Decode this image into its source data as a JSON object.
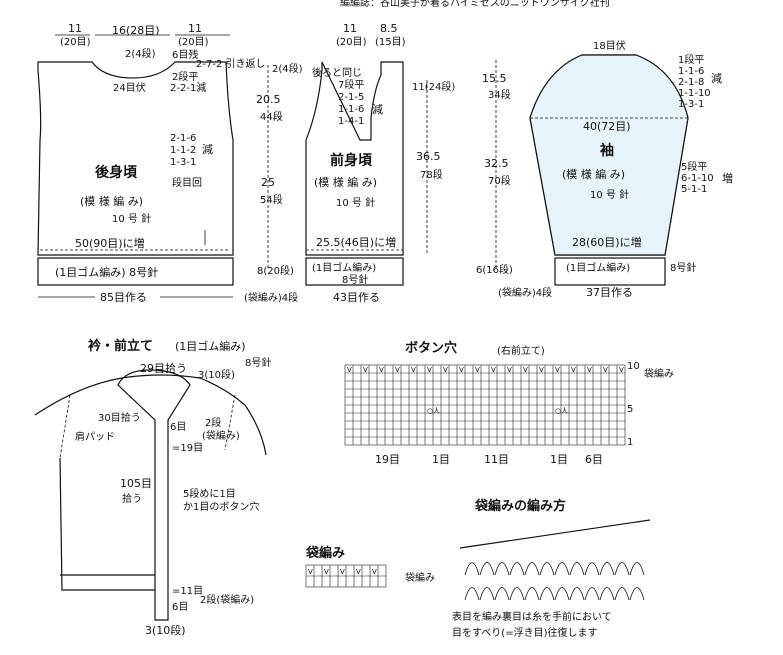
{
  "header": {
    "caption": "編編誌：谷山美子が着るハイミセスのニットワンサイク社刊"
  },
  "back": {
    "title": "後身頃",
    "pattern": "(模 様 編 み)",
    "needle": "10 号 針",
    "top_left": "11",
    "top_left_sub": "(20目)",
    "top_mid": "16(28目)",
    "top_right": "11",
    "top_right_sub": "(20目)",
    "neck_drop": "2(4段)",
    "neck_count": "24目伏",
    "neck_rule_a": "6目残",
    "neck_rule_b": "2-7-2 引き返し",
    "neck_rule_c": "2段平",
    "neck_rule_d": "2-2-1減",
    "armhole_rule": [
      "2-1-6",
      "1-1-2",
      "1-3-1"
    ],
    "armhole_label": "減",
    "armhole_sub": "段目回",
    "increase": "50(90目)に増",
    "rib": "(1目ゴム編み) 8号針",
    "cast_on": "85目作る"
  },
  "mid_dims": {
    "shoulder": "2(4段)",
    "armhole": "20.5",
    "armhole_sub": "44段",
    "body": "25",
    "body_sub": "54段",
    "hem": "8(20段)"
  },
  "front": {
    "title": "前身頃",
    "pattern": "(模 様 編 み)",
    "needle": "10 号 針",
    "top_left": "11",
    "top_left_sub": "(20目)",
    "top_right": "8.5",
    "top_right_sub": "(15目)",
    "same_note": "後ろと同じ",
    "neck_rule": [
      "7段平",
      "2-1-5",
      "1-1-6",
      "1-4-1"
    ],
    "neck_label": "減",
    "depth": "11(24段)",
    "length": "36.5",
    "length_sub": "78段",
    "increase": "25.5(46目)に増",
    "rib": "(1目ゴム編み)",
    "rib_needle": "8号針",
    "bag_note": "(袋編み)4段",
    "cast_on": "43目作る"
  },
  "sleeve_dims": {
    "cap": "15.5",
    "cap_sub": "34段",
    "body": "32.5",
    "body_sub": "70段",
    "cuff": "6(16段)"
  },
  "sleeve": {
    "title": "袖",
    "pattern": "(模 様 編 み)",
    "needle": "10 号 針",
    "top_bind": "18目伏",
    "cap_rule": [
      "1段平",
      "1-1-6",
      "2-1-8",
      "1-1-10",
      "1-3-1"
    ],
    "cap_label": "減",
    "width": "40(72目)",
    "side_rule": [
      "5段平",
      "6-1-10",
      "5-1-1"
    ],
    "side_label": "増",
    "increase": "28(60目)に増",
    "rib": "(1目ゴム編み)",
    "rib_needle": "8号針",
    "bag_note": "(袋編み)4段",
    "cast_on": "37目作る"
  },
  "collar": {
    "title": "衿・前立て",
    "title_sub": "(1目ゴム編み)",
    "needle": "8号針",
    "pick_top": "29目拾う",
    "top_rows": "3(10段)",
    "pick_side": "30目拾う",
    "shoulder_pad": "肩パッド",
    "stitch6_a": "6目",
    "equals19": "=19目",
    "bag2": "2段",
    "bag2_sub": "(袋編み)",
    "long": "105目",
    "long_sub": "拾う",
    "hole_rule_a": "5段めに1目",
    "hole_rule_b": "か1目のボタン穴",
    "eq11": "=11目",
    "stitch6_b": "6目",
    "bag_bottom": "2段(袋編み)",
    "bottom": "3(10段)"
  },
  "button": {
    "title": "ボタン穴",
    "sub": "(右前立て)",
    "label_bag": "袋編み",
    "row10": "10",
    "row5": "5",
    "row1": "1",
    "seg": [
      "19目",
      "1目",
      "11目",
      "1目",
      "6目"
    ]
  },
  "bag": {
    "title": "袋編み",
    "label": "袋編み"
  },
  "howto": {
    "title": "袋編みの編み方",
    "desc1": "表目を編み裏目は糸を手前において",
    "desc2": "目をすべり(=浮き目)往復します"
  }
}
